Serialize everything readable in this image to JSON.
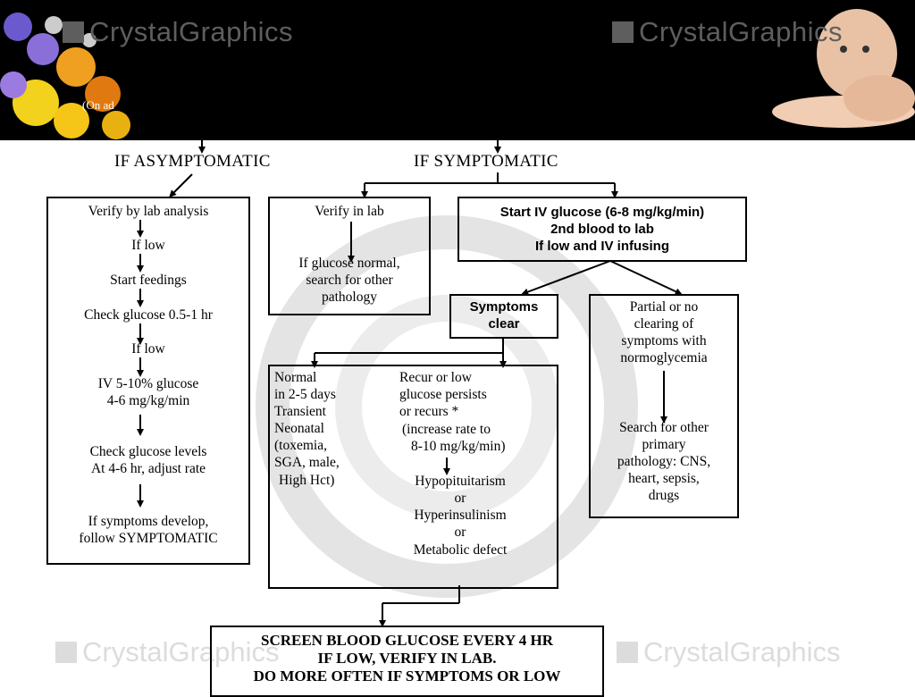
{
  "watermark": "CrystalGraphics",
  "subtitle": "(On ad",
  "headings": {
    "asymptomatic": "IF ASYMPTOMATIC",
    "symptomatic": "IF SYMPTOMATIC"
  },
  "asym_box": {
    "verify": "Verify by lab analysis",
    "if_low_1": "If low",
    "start_feedings": "Start feedings",
    "check_glucose": "Check glucose 0.5-1 hr",
    "if_low_2": "If  low",
    "iv_1": "IV 5-10% glucose",
    "iv_2": "4-6 mg/kg/min",
    "check_levels_1": "Check glucose levels",
    "check_levels_2": "At 4-6 hr, adjust rate",
    "develop_1": "If symptoms develop,",
    "develop_2": "follow SYMPTOMATIC"
  },
  "verify_lab_box": {
    "title": "Verify in lab",
    "line1": "If glucose normal,",
    "line2": "search for other",
    "line3": "pathology"
  },
  "start_iv_box": {
    "line1": "Start IV glucose (6-8 mg/kg/min)",
    "line2": "2nd blood to lab",
    "line3": "If low and IV infusing"
  },
  "symptoms_clear_box": {
    "line1": "Symptoms",
    "line2": "clear"
  },
  "partial_box": {
    "line1": "Partial or no",
    "line2": "clearing of",
    "line3": "symptoms with",
    "line4": "normoglycemia",
    "search1": "Search for other",
    "search2": "primary",
    "search3": "pathology: CNS,",
    "search4": "heart, sepsis,",
    "search5": "drugs"
  },
  "normal_box": {
    "line1": "Normal",
    "line2": "in 2-5 days",
    "line3": "Transient",
    "line4": "Neonatal",
    "line5": "(toxemia,",
    "line6": "SGA, male,",
    "line7": "High Hct)"
  },
  "recur_box": {
    "line1": "Recur or low",
    "line2": "glucose persists",
    "line3": "or recurs *",
    "line4": "(increase rate to",
    "line5": "8-10 mg/kg/min)",
    "hypo": "Hypopituitarism",
    "or1": "or",
    "hyper": "Hyperinsulinism",
    "or2": "or",
    "metabolic": "Metabolic defect"
  },
  "screen_box": {
    "line1": "SCREEN BLOOD GLUCOSE EVERY 4 HR",
    "line2": "IF LOW, VERIFY IN LAB.",
    "line3": "DO MORE OFTEN IF SYMPTOMS OR LOW"
  }
}
